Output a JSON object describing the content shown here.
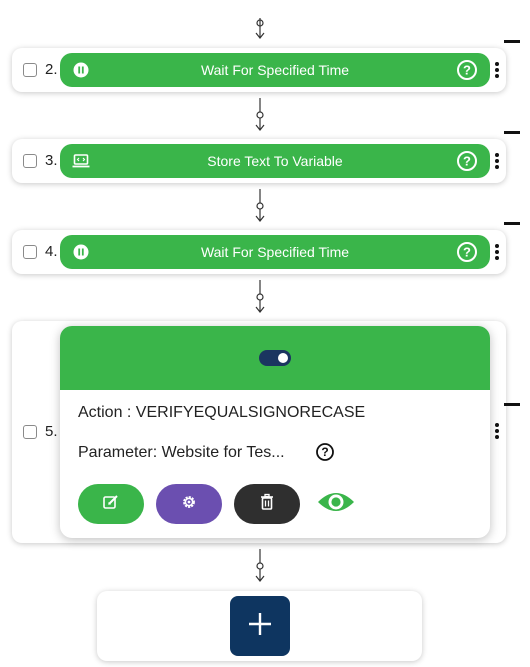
{
  "steps": [
    {
      "number": "2.",
      "label": "Wait For Specified Time",
      "icon": "pause-icon"
    },
    {
      "number": "3.",
      "label": "Store Text To Variable",
      "icon": "laptop-code-icon"
    },
    {
      "number": "4.",
      "label": "Wait For Specified Time",
      "icon": "pause-icon"
    }
  ],
  "expanded_step": {
    "number": "5.",
    "action_text": "Action : VERIFYEQUALSIGNORECASE",
    "parameter_text": "Parameter: Website for Tes...",
    "buttons": [
      {
        "name": "edit-button",
        "icon": "edit-icon",
        "color": "#3ab54a"
      },
      {
        "name": "settings-button",
        "icon": "gear-icon",
        "color": "#6b4fb0"
      },
      {
        "name": "delete-button",
        "icon": "trash-icon",
        "color": "#2f2f2f"
      },
      {
        "name": "view-button",
        "icon": "eye-icon",
        "color": "#3ab54a"
      }
    ],
    "toggle_on": true
  },
  "colors": {
    "green": "#3ab54a",
    "navy": "#0e3560",
    "purple": "#6b4fb0",
    "dark": "#2f2f2f"
  },
  "add_button_icon": "plus-icon"
}
